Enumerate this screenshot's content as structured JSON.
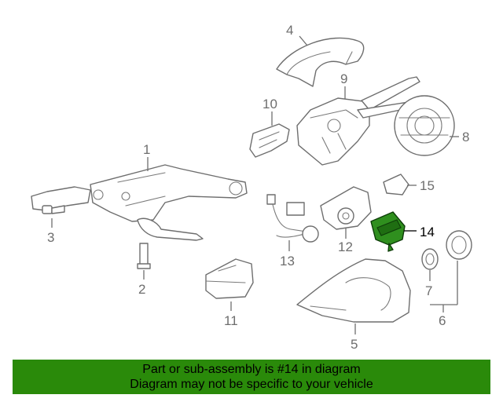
{
  "diagram": {
    "highlight_color": "#2f8f1e",
    "callouts": {
      "c1": "1",
      "c2": "2",
      "c3": "3",
      "c4": "4",
      "c5": "5",
      "c6": "6",
      "c7": "7",
      "c8": "8",
      "c9": "9",
      "c10": "10",
      "c11": "11",
      "c12": "12",
      "c13": "13",
      "c14": "14",
      "c15": "15"
    },
    "highlighted_part": "14"
  },
  "banner": {
    "line1": "Part or sub-assembly is #14 in diagram",
    "line2": "Diagram may not be specific to your vehicle",
    "color": "#2a8a0a"
  }
}
